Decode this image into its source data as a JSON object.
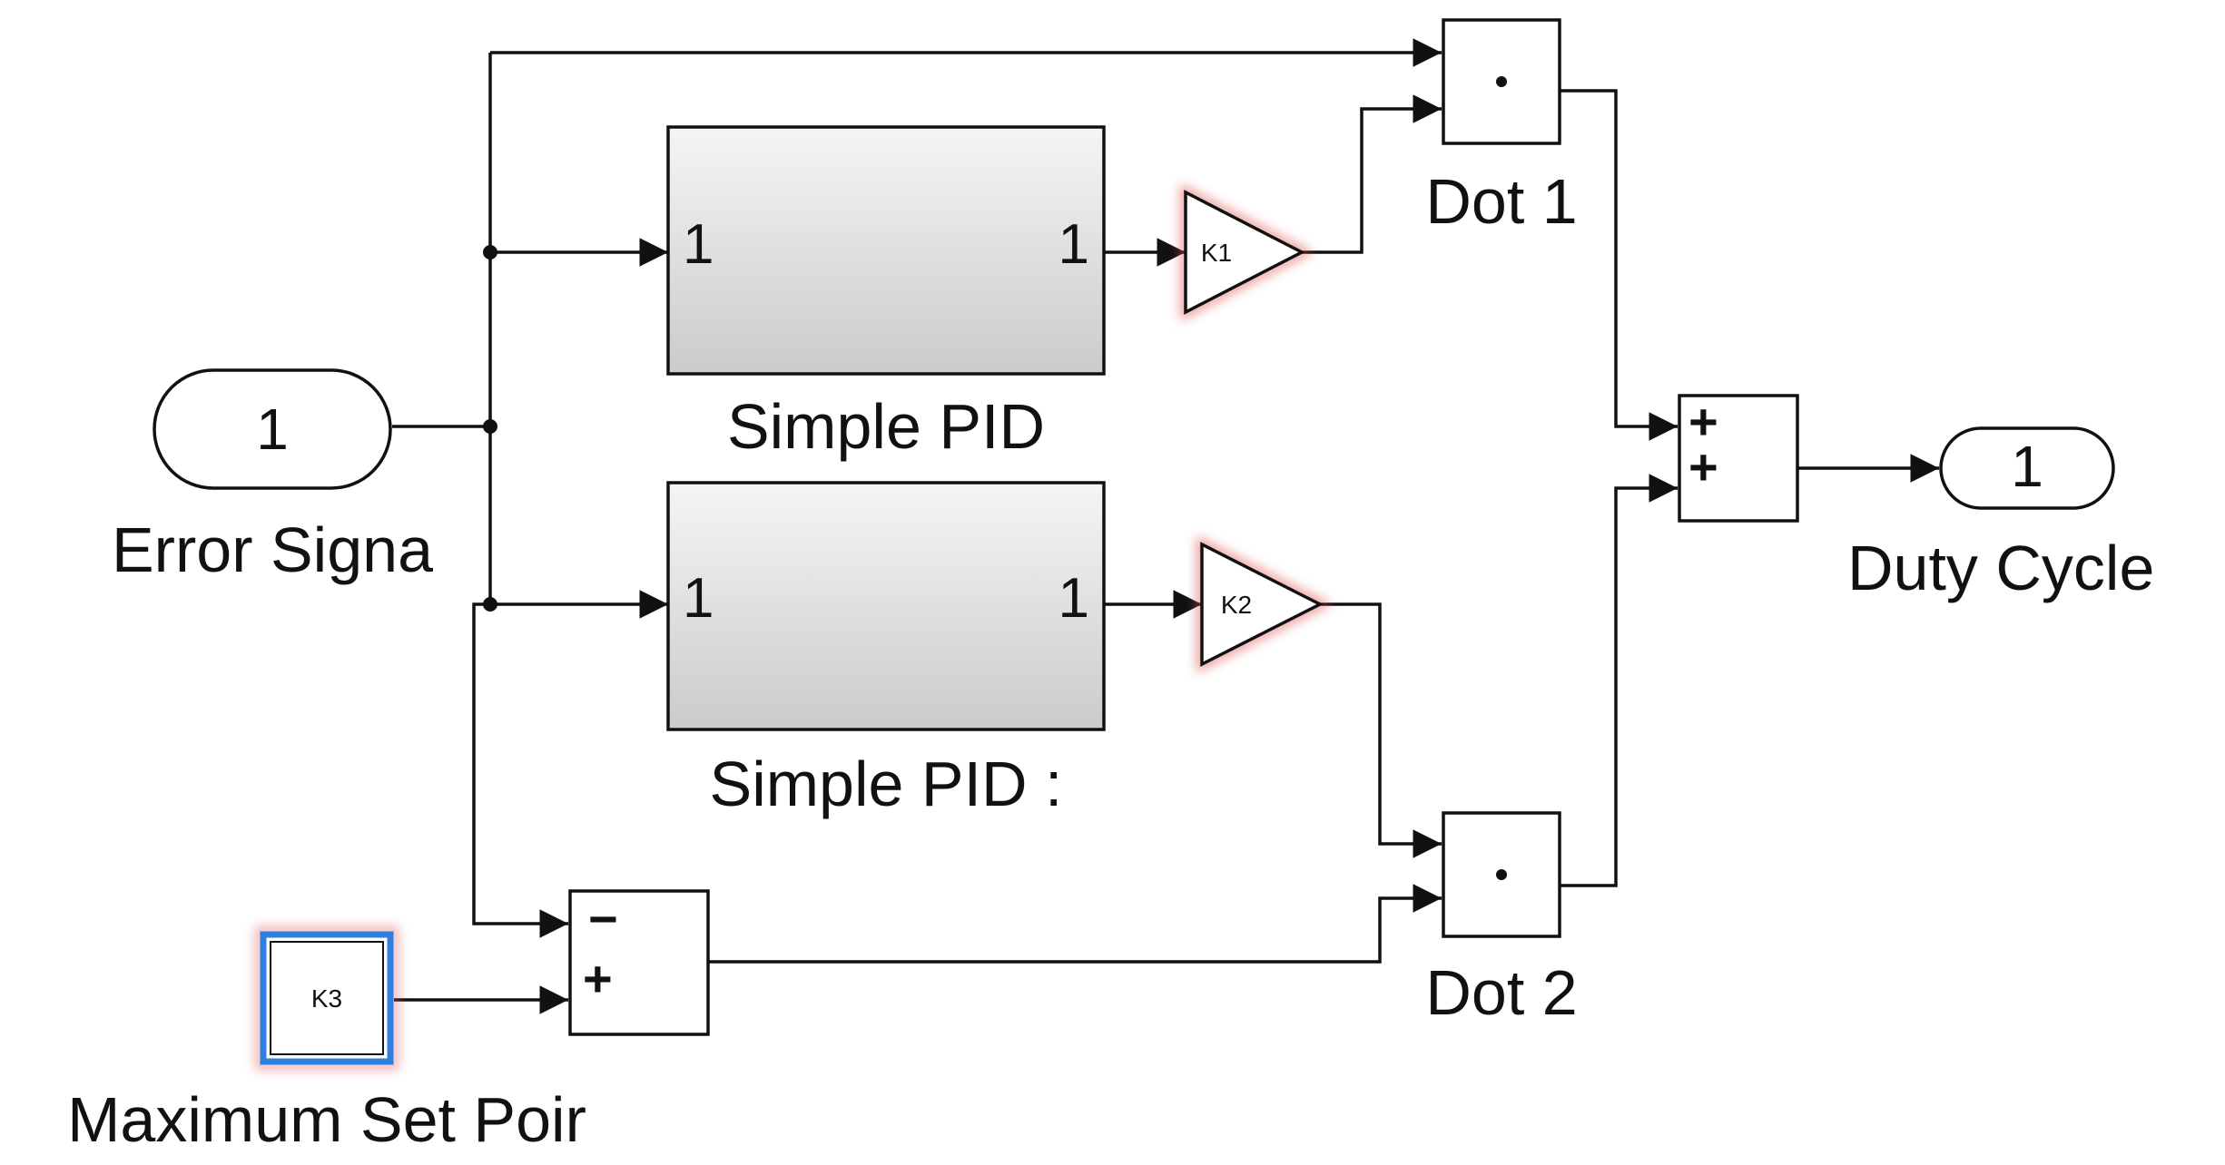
{
  "diagram": {
    "inport": {
      "number": "1",
      "label": "Error Signa"
    },
    "subsystem_1": {
      "in_port": "1",
      "out_port": "1",
      "label": "Simple PID"
    },
    "subsystem_2": {
      "in_port": "1",
      "out_port": "1",
      "label": "Simple PID :"
    },
    "gain_1": {
      "value": "K1"
    },
    "gain_2": {
      "value": "K2"
    },
    "constant": {
      "value": "K3",
      "label": "Maximum Set Poir"
    },
    "sum_minus": {
      "signs": [
        "−",
        "+"
      ]
    },
    "dot_1": {
      "symbol": "•",
      "label": "Dot 1"
    },
    "dot_2": {
      "symbol": "•",
      "label": "Dot 2"
    },
    "sum_plus": {
      "signs": [
        "+",
        "+"
      ]
    },
    "outport": {
      "number": "1",
      "label": "Duty Cycle"
    }
  },
  "colors": {
    "line": "#111111",
    "subsystem_fill_top": "#f3f3f3",
    "subsystem_fill_bottom": "#cfcfcf",
    "gain_glow": "#d84040",
    "constant_highlight": "#2f7fe0"
  }
}
